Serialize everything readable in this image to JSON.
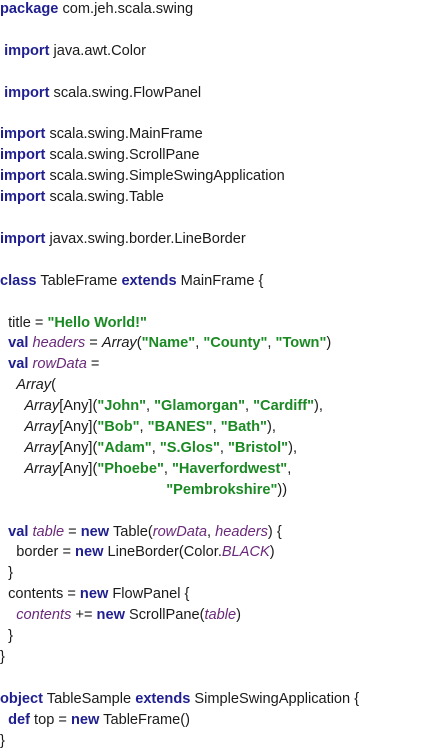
{
  "lines": [
    [
      [
        "kw",
        "package"
      ],
      [
        "pl",
        " com.jeh.scala.swing"
      ]
    ],
    [],
    [
      [
        "pl",
        " "
      ],
      [
        "kw",
        "import"
      ],
      [
        "pl",
        " java.awt.Color"
      ]
    ],
    [],
    [
      [
        "pl",
        " "
      ],
      [
        "kw",
        "import"
      ],
      [
        "pl",
        " scala.swing.FlowPanel"
      ]
    ],
    [],
    [
      [
        "kw",
        "import"
      ],
      [
        "pl",
        " scala.swing.MainFrame"
      ]
    ],
    [
      [
        "kw",
        "import"
      ],
      [
        "pl",
        " scala.swing.ScrollPane"
      ]
    ],
    [
      [
        "kw",
        "import"
      ],
      [
        "pl",
        " scala.swing.SimpleSwingApplication"
      ]
    ],
    [
      [
        "kw",
        "import"
      ],
      [
        "pl",
        " scala.swing.Table"
      ]
    ],
    [],
    [
      [
        "kw",
        "import"
      ],
      [
        "pl",
        " javax.swing.border.LineBorder"
      ]
    ],
    [],
    [
      [
        "kw",
        "class"
      ],
      [
        "pl",
        " TableFrame "
      ],
      [
        "kw",
        "extends"
      ],
      [
        "pl",
        " MainFrame {"
      ]
    ],
    [],
    [
      [
        "pl",
        "  title = "
      ],
      [
        "str",
        "\"Hello World!\""
      ]
    ],
    [
      [
        "pl",
        "  "
      ],
      [
        "kw",
        "val"
      ],
      [
        "pl",
        " "
      ],
      [
        "id",
        "headers"
      ],
      [
        "pl",
        " = "
      ],
      [
        "ty",
        "Array"
      ],
      [
        "pl",
        "("
      ],
      [
        "str",
        "\"Name\""
      ],
      [
        "pl",
        ", "
      ],
      [
        "str",
        "\"County\""
      ],
      [
        "pl",
        ", "
      ],
      [
        "str",
        "\"Town\""
      ],
      [
        "pl",
        ")"
      ]
    ],
    [
      [
        "pl",
        "  "
      ],
      [
        "kw",
        "val"
      ],
      [
        "pl",
        " "
      ],
      [
        "id",
        "rowData"
      ],
      [
        "pl",
        " ="
      ]
    ],
    [
      [
        "pl",
        "    "
      ],
      [
        "ty",
        "Array"
      ],
      [
        "pl",
        "("
      ]
    ],
    [
      [
        "pl",
        "      "
      ],
      [
        "ty",
        "Array"
      ],
      [
        "pl",
        "[Any]("
      ],
      [
        "str",
        "\"John\""
      ],
      [
        "pl",
        ", "
      ],
      [
        "str",
        "\"Glamorgan\""
      ],
      [
        "pl",
        ", "
      ],
      [
        "str",
        "\"Cardiff\""
      ],
      [
        "pl",
        "),"
      ]
    ],
    [
      [
        "pl",
        "      "
      ],
      [
        "ty",
        "Array"
      ],
      [
        "pl",
        "[Any]("
      ],
      [
        "str",
        "\"Bob\""
      ],
      [
        "pl",
        ", "
      ],
      [
        "str",
        "\"BANES\""
      ],
      [
        "pl",
        ", "
      ],
      [
        "str",
        "\"Bath\""
      ],
      [
        "pl",
        "),"
      ]
    ],
    [
      [
        "pl",
        "      "
      ],
      [
        "ty",
        "Array"
      ],
      [
        "pl",
        "[Any]("
      ],
      [
        "str",
        "\"Adam\""
      ],
      [
        "pl",
        ", "
      ],
      [
        "str",
        "\"S.Glos\""
      ],
      [
        "pl",
        ", "
      ],
      [
        "str",
        "\"Bristol\""
      ],
      [
        "pl",
        "),"
      ]
    ],
    [
      [
        "pl",
        "      "
      ],
      [
        "ty",
        "Array"
      ],
      [
        "pl",
        "[Any]("
      ],
      [
        "str",
        "\"Phoebe\""
      ],
      [
        "pl",
        ", "
      ],
      [
        "str",
        "\"Haverfordwest\""
      ],
      [
        "pl",
        ","
      ]
    ],
    [
      [
        "pl",
        "                                         "
      ],
      [
        "str",
        "\"Pembrokshire\""
      ],
      [
        "pl",
        "))"
      ]
    ],
    [],
    [
      [
        "pl",
        "  "
      ],
      [
        "kw",
        "val"
      ],
      [
        "pl",
        " "
      ],
      [
        "id",
        "table"
      ],
      [
        "pl",
        " = "
      ],
      [
        "kw",
        "new"
      ],
      [
        "pl",
        " Table("
      ],
      [
        "id",
        "rowData"
      ],
      [
        "pl",
        ", "
      ],
      [
        "id",
        "headers"
      ],
      [
        "pl",
        ") {"
      ]
    ],
    [
      [
        "pl",
        "    border = "
      ],
      [
        "kw",
        "new"
      ],
      [
        "pl",
        " LineBorder(Color."
      ],
      [
        "id",
        "BLACK"
      ],
      [
        "pl",
        ")"
      ]
    ],
    [
      [
        "pl",
        "  }"
      ]
    ],
    [
      [
        "pl",
        "  contents = "
      ],
      [
        "kw",
        "new"
      ],
      [
        "pl",
        " FlowPanel {"
      ]
    ],
    [
      [
        "pl",
        "    "
      ],
      [
        "id",
        "contents"
      ],
      [
        "pl",
        " += "
      ],
      [
        "kw",
        "new"
      ],
      [
        "pl",
        " ScrollPane("
      ],
      [
        "id",
        "table"
      ],
      [
        "pl",
        ")"
      ]
    ],
    [
      [
        "pl",
        "  }"
      ]
    ],
    [
      [
        "pl",
        "}"
      ]
    ],
    [],
    [
      [
        "kw",
        "object"
      ],
      [
        "pl",
        " TableSample "
      ],
      [
        "kw",
        "extends"
      ],
      [
        "pl",
        " SimpleSwingApplication {"
      ]
    ],
    [
      [
        "pl",
        "  "
      ],
      [
        "kw",
        "def"
      ],
      [
        "pl",
        " top = "
      ],
      [
        "kw",
        "new"
      ],
      [
        "pl",
        " TableFrame()"
      ]
    ],
    [
      [
        "pl",
        "}"
      ]
    ]
  ],
  "colors": {
    "keyword": "#1f1f8f",
    "string": "#1b8a24",
    "identifier": "#6a2a7a",
    "text": "#1a1a1a",
    "background": "#ffffff"
  }
}
